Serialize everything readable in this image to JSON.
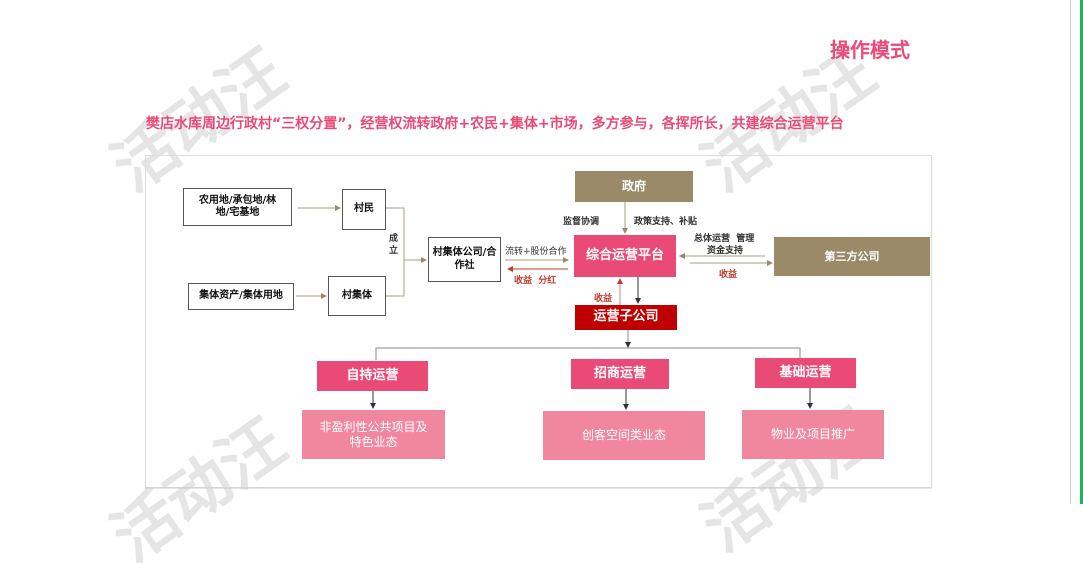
{
  "header": {
    "title": "操作模式",
    "subtitle": "樊店水库周边行政村“三权分置”，经营权流转政府+农民+集体+市场，多方参与，各挥所长，共建综合运营平台"
  },
  "watermark": "活动汪",
  "diagram": {
    "land": "农用地/承包地/林地/宅基地",
    "villagers": "村民",
    "assets": "集体资产/集体用地",
    "collective": "村集体",
    "establish": "成立",
    "company": "村集体公司/合作社",
    "transfer": "流转+股份合作",
    "dividend": "收益  分红",
    "government": "政府",
    "supervise": "监督协调",
    "policy": "政策支持、补贴",
    "platform": "综合运营平台",
    "mgmt_line1": "总体运营  管理",
    "mgmt_line2": "资金支持",
    "third_income": "收益",
    "third_party": "第三方公司",
    "sub_income": "收益",
    "subsidiary": "运营子公司",
    "branches": [
      {
        "title": "自持运营",
        "detail": "非盈利性公共项目及特色业态"
      },
      {
        "title": "招商运营",
        "detail": "创客空间类业态"
      },
      {
        "title": "基础运营",
        "detail": "物业及项目推广"
      }
    ]
  },
  "colors": {
    "accent": "#ea4a76",
    "gold": "#9a8a68",
    "red": "#c00000",
    "light_pink": "#f0879f"
  }
}
